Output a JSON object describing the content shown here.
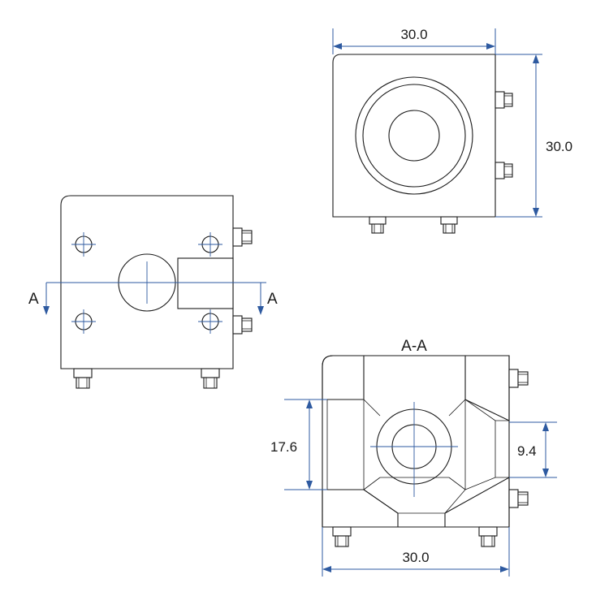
{
  "dimensions": {
    "top_width": "30.0",
    "top_height": "30.0",
    "section_bore_span": "17.6",
    "section_port_span": "9.4",
    "section_width": "30.0"
  },
  "labels": {
    "section_mark_left": "A",
    "section_mark_right": "A",
    "section_title": "A-A"
  },
  "colors": {
    "line": "#1a1a1a",
    "dimension": "#2e5aa0"
  }
}
